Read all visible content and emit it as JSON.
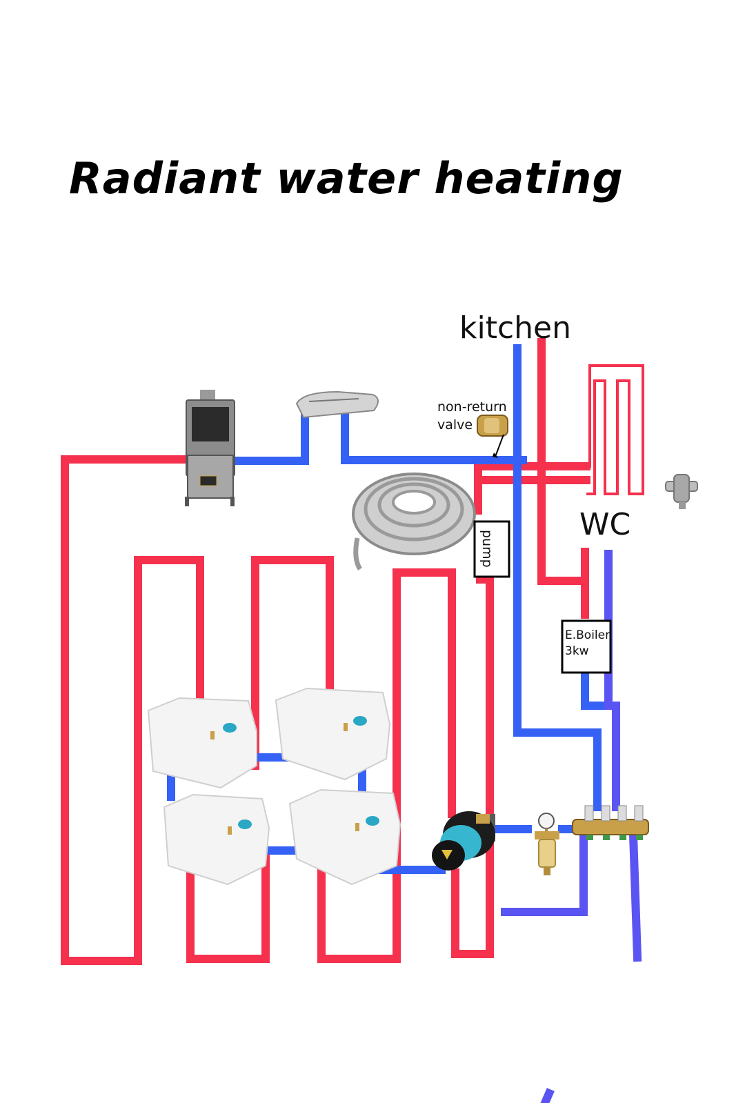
{
  "title": "Radiant water heating",
  "labels": {
    "kitchen": "kitchen",
    "wc": "WC",
    "non_return_line1": "non-return",
    "non_return_line2": "valve",
    "pump": "pump",
    "boiler_line1": "E.Boiler",
    "boiler_line2": "3kw"
  },
  "colors": {
    "hot_pipe": "#f5314e",
    "cold_pipe": "#3562f5",
    "return_pipe": "#5a55f2"
  },
  "components": [
    "wood-stove",
    "heat-exchanger",
    "non-return-valve",
    "flexible-hose-coil",
    "circulation-pump",
    "water-tanks",
    "water-filter",
    "manifold",
    "electric-boiler",
    "wc-heating-coil",
    "air-vent"
  ]
}
